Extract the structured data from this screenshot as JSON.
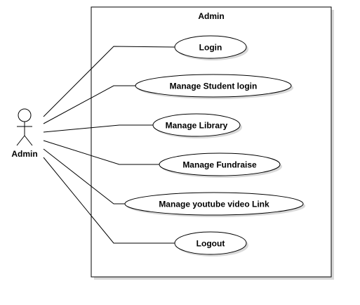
{
  "system": {
    "label": "Admin"
  },
  "actor": {
    "label": "Admin"
  },
  "use_cases": [
    {
      "label": "Login"
    },
    {
      "label": "Manage Student login"
    },
    {
      "label": "Manage Library"
    },
    {
      "label": "Manage Fundraise"
    },
    {
      "label": "Manage youtube video Link"
    },
    {
      "label": "Logout"
    }
  ],
  "colors": {
    "stroke": "#000000",
    "fill": "#ffffff",
    "shadow": "#d9d9d9"
  }
}
